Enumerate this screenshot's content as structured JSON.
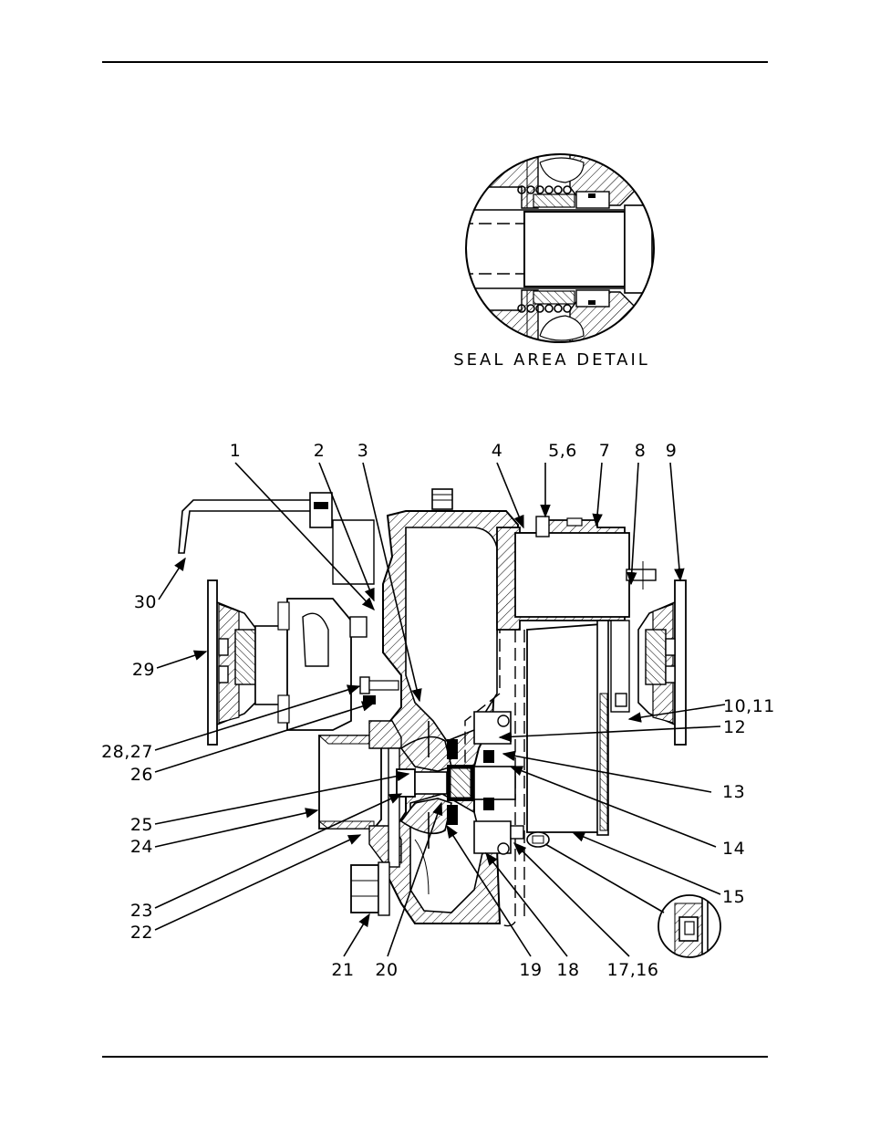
{
  "detail": {
    "title": "SEAL AREA DETAIL"
  },
  "callouts": [
    {
      "id": "1",
      "text": "1"
    },
    {
      "id": "2",
      "text": "2"
    },
    {
      "id": "3",
      "text": "3"
    },
    {
      "id": "4",
      "text": "4"
    },
    {
      "id": "5-6",
      "text": "5,6"
    },
    {
      "id": "7",
      "text": "7"
    },
    {
      "id": "8",
      "text": "8"
    },
    {
      "id": "9",
      "text": "9"
    },
    {
      "id": "10-11",
      "text": "10,11"
    },
    {
      "id": "12",
      "text": "12"
    },
    {
      "id": "13",
      "text": "13"
    },
    {
      "id": "14",
      "text": "14"
    },
    {
      "id": "15",
      "text": "15"
    },
    {
      "id": "17-16",
      "text": "17,16"
    },
    {
      "id": "18",
      "text": "18"
    },
    {
      "id": "19",
      "text": "19"
    },
    {
      "id": "20",
      "text": "20"
    },
    {
      "id": "21",
      "text": "21"
    },
    {
      "id": "22",
      "text": "22"
    },
    {
      "id": "23",
      "text": "23"
    },
    {
      "id": "24",
      "text": "24"
    },
    {
      "id": "25",
      "text": "25"
    },
    {
      "id": "26",
      "text": "26"
    },
    {
      "id": "28-27",
      "text": "28,27"
    },
    {
      "id": "29",
      "text": "29"
    },
    {
      "id": "30",
      "text": "30"
    }
  ]
}
